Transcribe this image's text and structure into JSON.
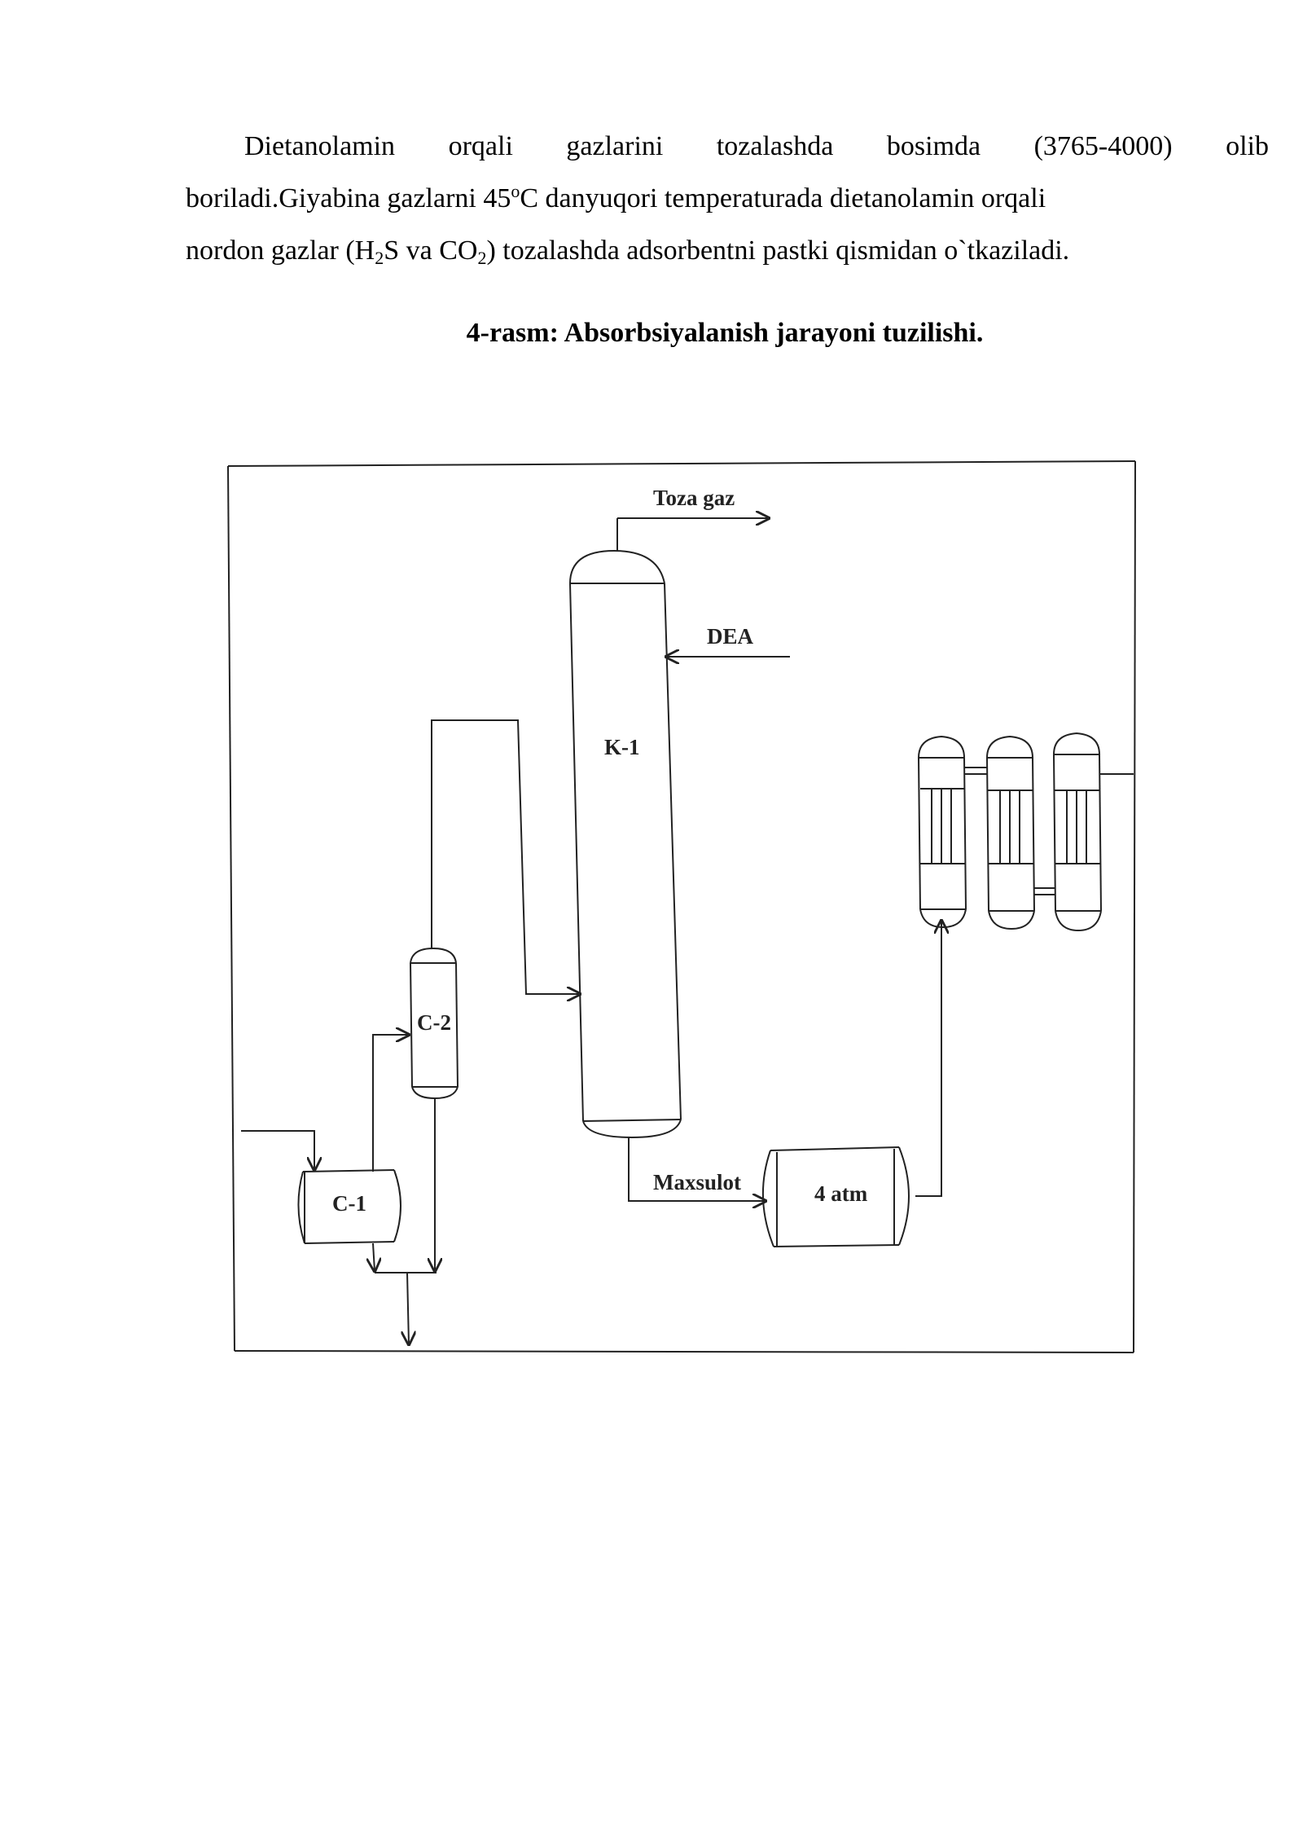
{
  "paragraph": {
    "line1_words": [
      "Dietanolamin",
      "orqali",
      "gazlarini",
      "tozalashda",
      "bosimda",
      "(3765-4000)",
      "olib"
    ],
    "line2_a": "boriladi.Giyabina gazlarni 45",
    "line2_sup": "o",
    "line2_b": "C danyuqori temperaturada dietanolamin orqali",
    "line3_a": "nordon gazlar (H",
    "line3_sub1": "2",
    "line3_b": "S va CO",
    "line3_sub2": "2",
    "line3_c": ") tozalashda adsorbentni pastki qismidan o`tkaziladi."
  },
  "caption": "4-rasm: Absorbsiyalanish jarayoni tuzilishi.",
  "diagram": {
    "labels": {
      "toza_gaz": "Toza gaz",
      "dea": "DEA",
      "k1": "K-1",
      "c2": "C-2",
      "c1": "C-1",
      "maxsulot": "Maxsulot",
      "pressure": "4 atm"
    }
  }
}
